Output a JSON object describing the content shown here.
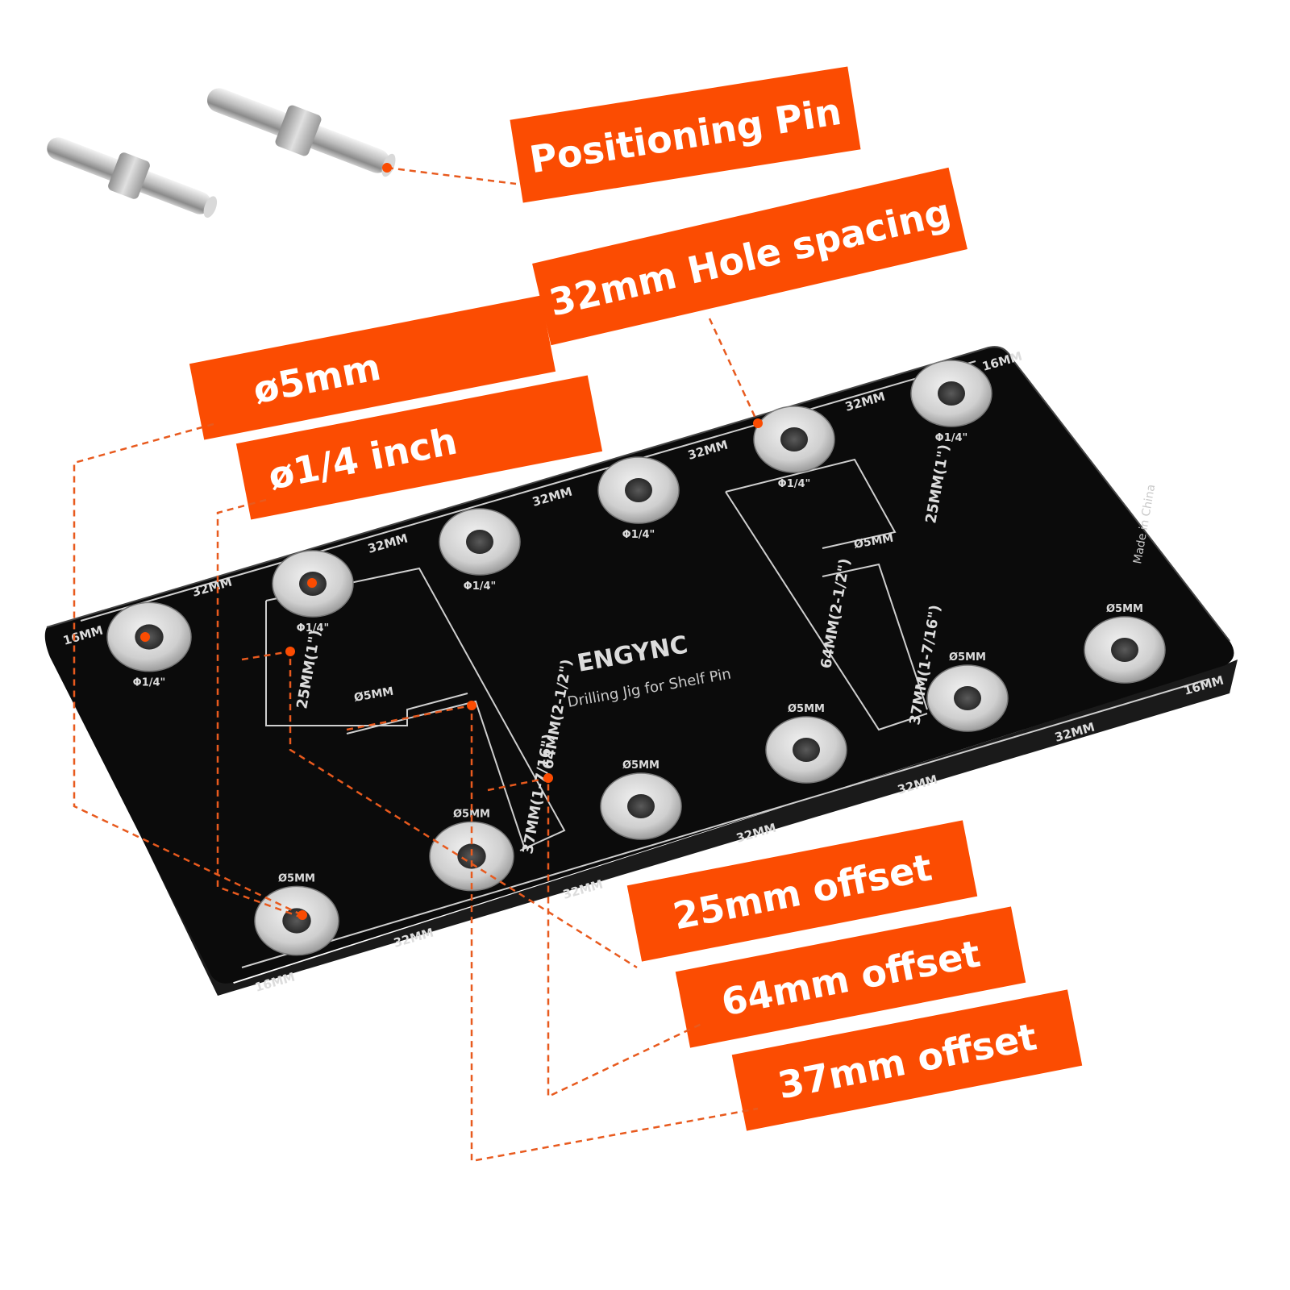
{
  "product": {
    "brand": "ENGYNC",
    "subtitle": "Drilling Jig for Shelf Pin",
    "origin": "Made in China"
  },
  "callouts": {
    "positioning_pin": "Positioning Pin",
    "hole_spacing": "32mm Hole spacing",
    "dia_5mm": "ø5mm",
    "dia_quarter": "ø1/4 inch",
    "offset_25": "25mm offset",
    "offset_64": "64mm offset",
    "offset_37": "37mm offset"
  },
  "plate_labels": {
    "m32": "32MM",
    "m16": "16MM",
    "quarter": "Φ1/4\"",
    "five": "Ø5MM",
    "m25": "25MM(1\")",
    "m64": "64MM(2-1/2\")",
    "m37": "37MM(1-7/16\")"
  },
  "colors": {
    "accent": "#fb4c02",
    "plate": "#0b0b0b",
    "bushing": "#d8d8d8",
    "leader": "#e85a1e"
  },
  "icons": [
    "positioning-pin-icon",
    "bushing-icon"
  ]
}
